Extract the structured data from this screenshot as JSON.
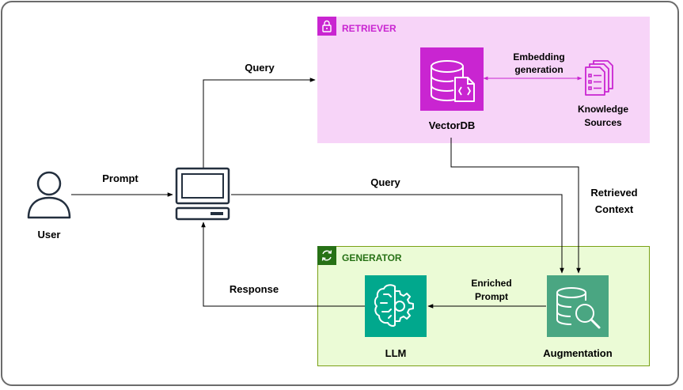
{
  "groups": {
    "retriever": {
      "title": "RETRIEVER",
      "color": "#c925d1"
    },
    "generator": {
      "title": "GENERATOR",
      "color": "#277116"
    }
  },
  "nodes": {
    "user": "User",
    "vectordb": "VectorDB",
    "knowledge_sources_line1": "Knowledge",
    "knowledge_sources_line2": "Sources",
    "llm": "LLM",
    "augmentation": "Augmentation"
  },
  "edges": {
    "prompt": "Prompt",
    "query_top": "Query",
    "query_middle": "Query",
    "response": "Response",
    "retrieved_line1": "Retrieved",
    "retrieved_line2": "Context",
    "embedding_line1": "Embedding",
    "embedding_line2": "generation",
    "enriched_line1": "Enriched",
    "enriched_line2": "Prompt"
  },
  "icons": [
    "lock-icon",
    "database-icon",
    "document-stack-icon",
    "user-icon",
    "computer-icon",
    "brain-gear-icon",
    "database-search-icon",
    "refresh-icon"
  ]
}
